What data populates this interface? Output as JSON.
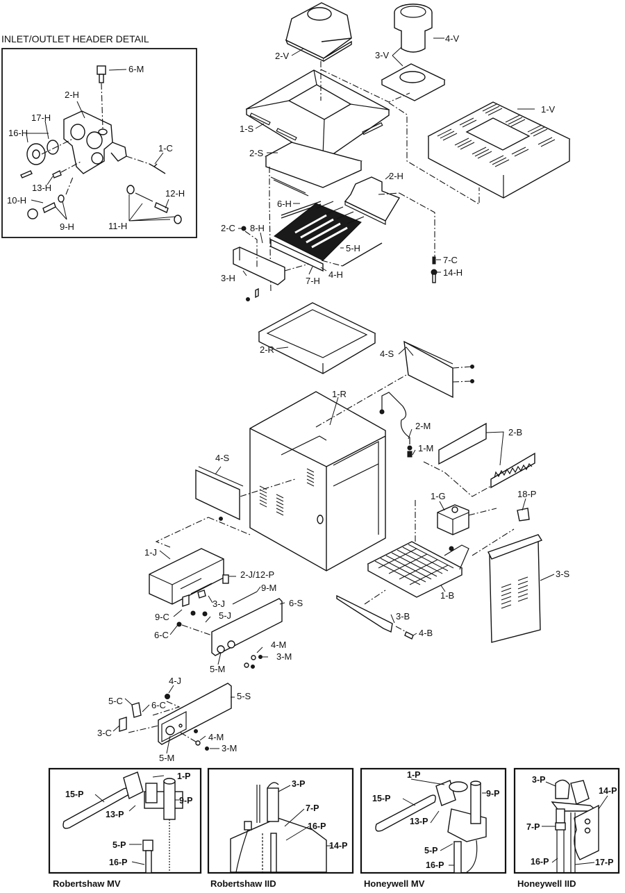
{
  "diagram": {
    "type": "exploded-parts-diagram",
    "inset_title": "INLET/OUTLET HEADER DETAIL",
    "inset_labels": [
      "6-M",
      "2-H",
      "17-H",
      "16-H",
      "1-C",
      "13-H",
      "12-H",
      "10-H",
      "9-H",
      "11-H"
    ],
    "venting_labels": [
      "2-V",
      "4-V",
      "3-V",
      "1-V",
      "1-S",
      "2-S"
    ],
    "heat_exchanger_labels": [
      "2-H",
      "6-H",
      "2-C",
      "8-H",
      "5-H",
      "3-H",
      "7-H",
      "4-H",
      "7-C",
      "14-H"
    ],
    "cabinet_labels": [
      "2-R",
      "4-S",
      "1-R",
      "2-M",
      "1-M",
      "2-B",
      "4-S",
      "1-G",
      "18-P",
      "3-S",
      "1-B",
      "3-B",
      "4-B"
    ],
    "jacket_labels": [
      "1-J",
      "2-J/12-P",
      "9-M",
      "3-J",
      "6-S",
      "9-C",
      "5-J",
      "6-C",
      "4-M",
      "3-M",
      "5-M"
    ],
    "lower_panel_labels": [
      "4-J",
      "5-S",
      "5-C",
      "6-C",
      "3-C",
      "4-M",
      "3-M",
      "5-M"
    ],
    "pilot_details": [
      {
        "caption": "Robertshaw MV",
        "labels": [
          "15-P",
          "1-P",
          "9-P",
          "13-P",
          "5-P",
          "16-P"
        ]
      },
      {
        "caption": "Robertshaw IID",
        "labels": [
          "3-P",
          "7-P",
          "16-P",
          "14-P"
        ]
      },
      {
        "caption": "Honeywell MV",
        "labels": [
          "1-P",
          "15-P",
          "9-P",
          "13-P",
          "5-P",
          "16-P"
        ]
      },
      {
        "caption": "Honeywell IID",
        "labels": [
          "3-P",
          "14-P",
          "7-P",
          "16-P",
          "17-P"
        ]
      }
    ]
  }
}
